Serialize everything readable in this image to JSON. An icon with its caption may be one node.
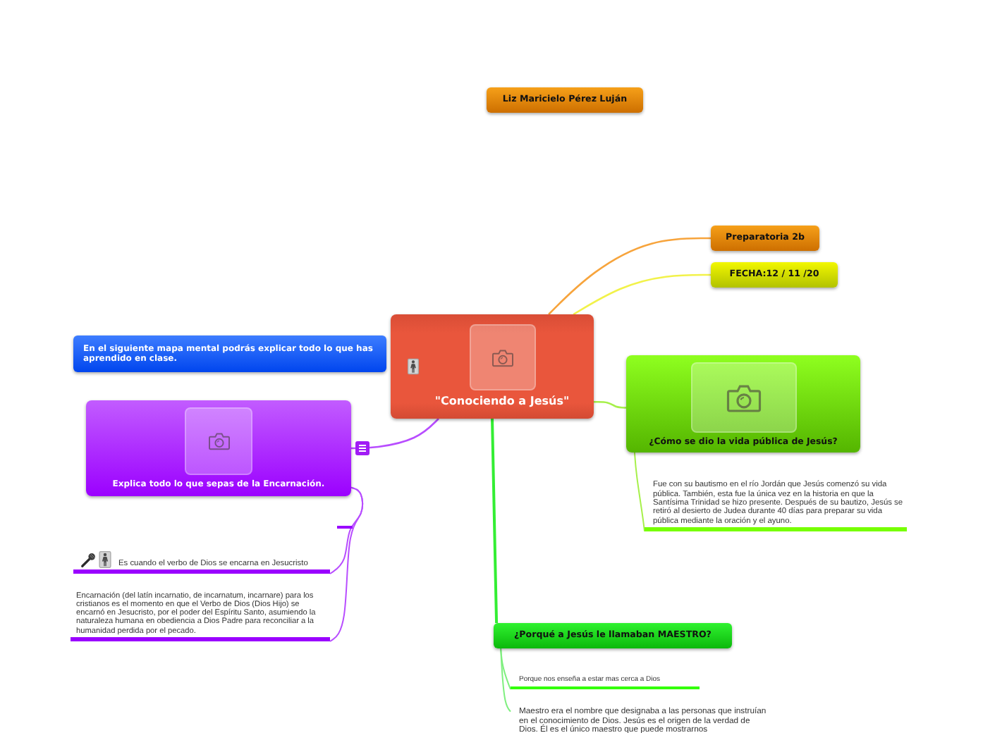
{
  "diagram": {
    "nodes": [
      {
        "text": [
          "Liz Maricielo Pérez Luján"
        ]
      },
      {
        "text": [
          "\"Conociendo a Jesús\""
        ]
      },
      {
        "text": [
          "Preparatoria 2b"
        ]
      },
      {
        "text": [
          "FECHA:12 / 11 /20"
        ]
      },
      {
        "text": [
          "En el siguiente mapa mental podrás explicar todo lo que has aprendido en clase."
        ]
      },
      {
        "text": [
          "Explica todo lo que sepas de la Encarnación."
        ]
      },
      {
        "text": [
          "Es cuando el verbo de Dios se encarna en Jesucristo"
        ]
      },
      {
        "text": [
          "Encarnación (del latín incarnatio, de incarnatum, incarnare) para los cristianos es el momento en que el Verbo de Dios (Dios Hijo) se encarnó en Jesucristo, por el poder del Espíritu Santo, asumiendo la naturaleza humana en obediencia a Dios Padre para reconciliar a la humanidad perdida por el pecado."
        ]
      },
      {
        "text": [
          "¿Cómo se dio la vida pública de Jesús?"
        ]
      },
      {
        "text": [
          "Fue con su bautismo en el río Jordán que Jesús comenzó su vida pública. También, esta fue la única vez en la historia en que la Santísima Trinidad se hizo presente. Después de su bautizo, Jesús se retiró al desierto de Judea durante 40 días para preparar su vida pública mediante la oración y el ayuno."
        ]
      },
      {
        "text": [
          "¿Porqué a Jesús le llamaban MAESTRO?"
        ]
      },
      {
        "text": [
          "Porque nos enseña a estar mas cerca a Dios"
        ]
      },
      {
        "text": [
          "Maestro era el nombre que designaba a las personas que instruían en el conocimiento de Dios. Jesús es el origen de la verdad de Dios. Él es el único maestro que puede mostrarnos"
        ]
      }
    ],
    "edges": [
      {
        "from": 1,
        "to": 2,
        "arrow": "none",
        "color": "#f7a43c"
      },
      {
        "from": 1,
        "to": 3,
        "arrow": "none",
        "color": "#f2f24a"
      },
      {
        "from": 1,
        "to": 5,
        "arrow": "none",
        "color": "#b84dff"
      },
      {
        "from": 1,
        "to": 8,
        "arrow": "none",
        "color": "#a6f04a"
      },
      {
        "from": 1,
        "to": 10,
        "arrow": "none",
        "color": "#33ee33"
      },
      {
        "from": 5,
        "to": 6,
        "arrow": "none",
        "color": "#b84dff"
      },
      {
        "from": 5,
        "to": 7,
        "arrow": "none",
        "color": "#b84dff"
      },
      {
        "from": 8,
        "to": 9,
        "arrow": "none",
        "color": "#a6f04a"
      },
      {
        "from": 10,
        "to": 11,
        "arrow": "none",
        "color": "#7fef7f"
      },
      {
        "from": 10,
        "to": 12,
        "arrow": "none",
        "color": "#7fef7f"
      }
    ]
  }
}
